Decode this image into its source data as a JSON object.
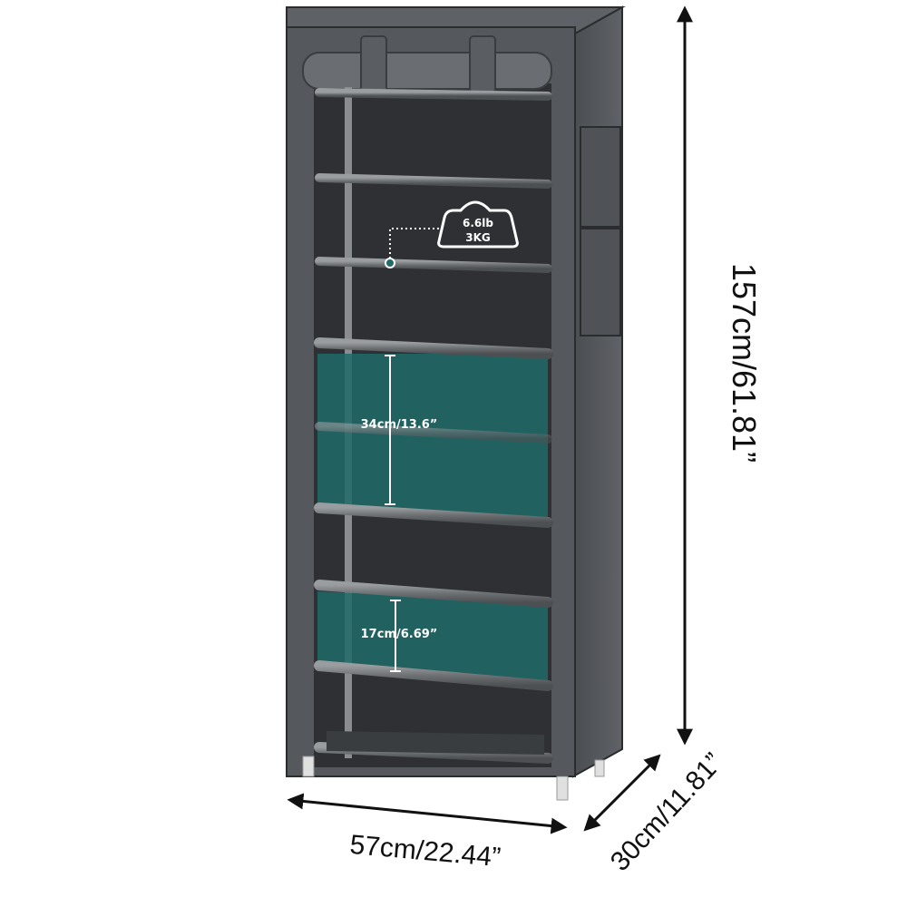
{
  "dimensions": {
    "height": "157cm/61.81”",
    "width": "57cm/22.44”",
    "depth": "30cm/11.81”"
  },
  "load": {
    "lb": "6.6lb",
    "kg": "3KG"
  },
  "spacing": {
    "large": "34cm/13.6”",
    "small": "17cm/6.69”"
  },
  "colors": {
    "fabric": "#55585c",
    "fabric_dark": "#3a3d40",
    "interior": "#2e3033",
    "highlight": "#1f6b6a",
    "rod": "#7a7d80",
    "arrow": "#111111"
  }
}
